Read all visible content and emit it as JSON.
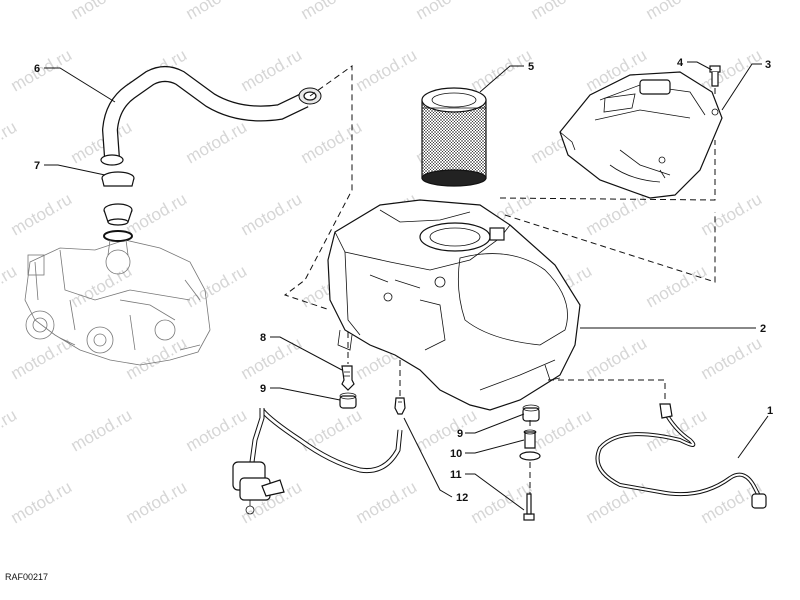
{
  "watermark": "motod.ru",
  "drawing_code": "RAF00217",
  "callouts": [
    {
      "id": "1",
      "text": "1"
    },
    {
      "id": "2",
      "text": "2"
    },
    {
      "id": "3",
      "text": "3"
    },
    {
      "id": "4",
      "text": "4"
    },
    {
      "id": "5",
      "text": "5"
    },
    {
      "id": "6",
      "text": "6"
    },
    {
      "id": "7",
      "text": "7"
    },
    {
      "id": "8",
      "text": "8"
    },
    {
      "id": "9a",
      "text": "9"
    },
    {
      "id": "9b",
      "text": "9"
    },
    {
      "id": "10",
      "text": "10"
    },
    {
      "id": "11",
      "text": "11"
    },
    {
      "id": "12",
      "text": "12"
    }
  ],
  "colors": {
    "ink": "#111111",
    "watermark": "#d6d6d6",
    "background": "#ffffff"
  }
}
